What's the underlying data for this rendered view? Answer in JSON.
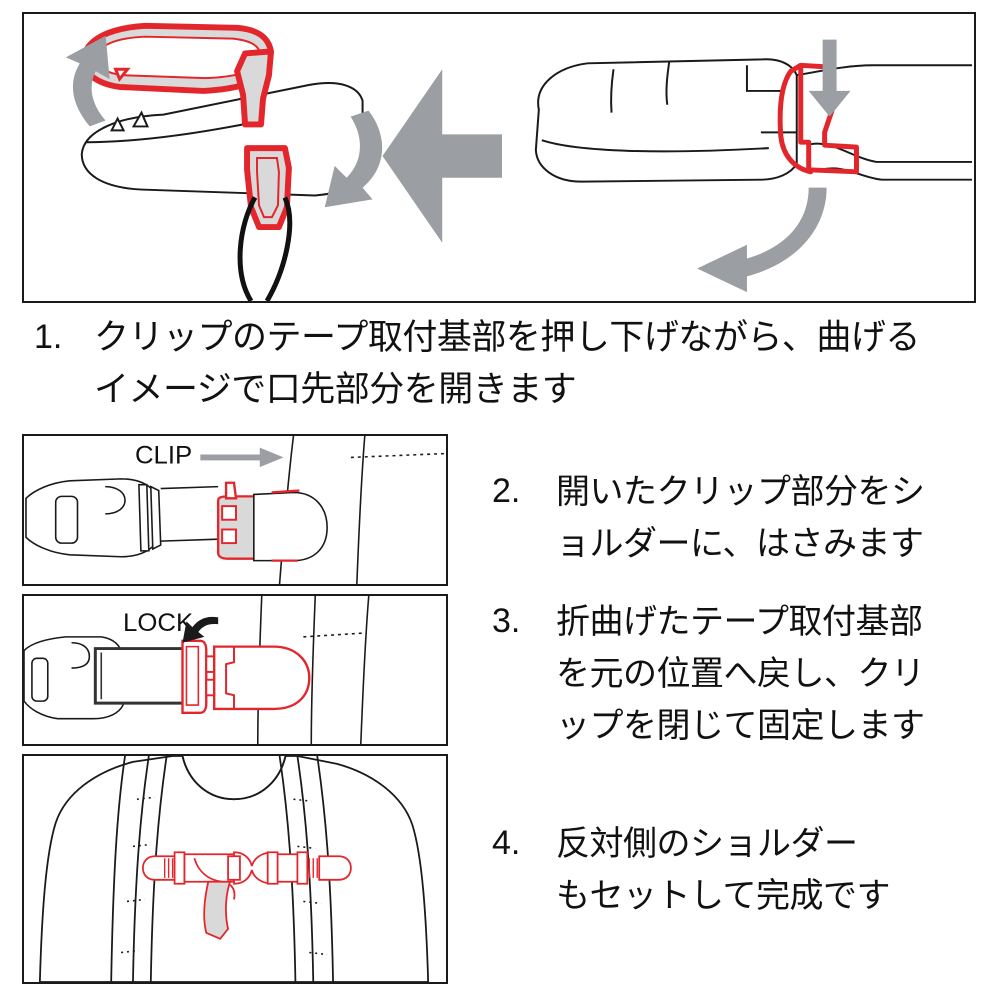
{
  "document": {
    "kind": "instruction-diagram",
    "language": "ja",
    "background_color": "#ffffff"
  },
  "colors": {
    "highlight_red": "#e3262c",
    "arrow_gray": "#9b9ea3",
    "line_black": "#1a1a1a",
    "fill_gray": "#d9d9d9",
    "panel_border": "#1a1a1a"
  },
  "panels": {
    "top": {
      "name": "clip-open-diagram",
      "right_scene_label": "closed clip with tape attachment base pressed down",
      "left_scene_label": "clip mouth opened"
    },
    "clip": {
      "name": "clip-attach-diagram",
      "label": "CLIP",
      "arrow": "straight-right-arrow"
    },
    "lock": {
      "name": "clip-lock-diagram",
      "label": "LOCK",
      "arrow": "curved-down-left-arrow"
    },
    "body": {
      "name": "completed-harness-diagram"
    }
  },
  "steps": [
    {
      "number": "1.",
      "lines": [
        "クリップのテープ取付基部を押し下げながら、曲げる",
        "イメージで口先部分を開きます"
      ]
    },
    {
      "number": "2.",
      "lines": [
        "開いたクリップ部分をシ",
        "ョルダーに、はさみます"
      ]
    },
    {
      "number": "3.",
      "lines": [
        "折曲げたテープ取付基部",
        "を元の位置へ戻し、クリ",
        "ップを閉じて固定します"
      ]
    },
    {
      "number": "4.",
      "lines": [
        "反対側のショルダー",
        "もセットして完成です"
      ]
    }
  ]
}
